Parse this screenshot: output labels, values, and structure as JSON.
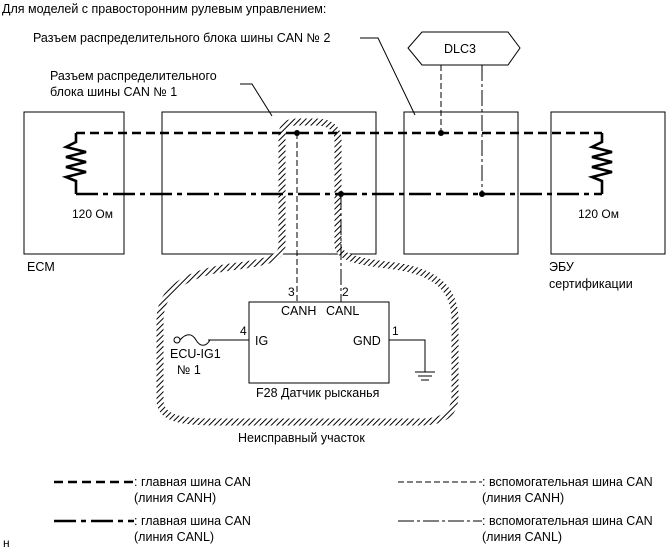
{
  "header": "Для моделей с правосторонним рулевым управлением:",
  "labels": {
    "junction2": "Разъем распределительного блока шины CAN № 2",
    "junction1_line1": "Разъем распределительного",
    "junction1_line2": "блока шины CAN № 1",
    "dlc": "DLC3",
    "ecm_resistor": "120 Ом",
    "ecm": "ECM",
    "ebu_resistor": "120 Ом",
    "ebu_line1": "ЭБУ",
    "ebu_line2": "сертификации",
    "pin3": "3",
    "pin2": "2",
    "canh": "CANH",
    "canl": "CANL",
    "pin4": "4",
    "ig": "IG",
    "pin1": "1",
    "gnd": "GND",
    "fuse_line1": "ECU-IG1",
    "fuse_line2": "№ 1",
    "sensor": "F28  Датчик рысканья",
    "faulty": "Неисправный участок"
  },
  "legend": {
    "main_canh_line1": ": главная шина CAN",
    "main_canh_line2": "(линия CANH)",
    "main_canl_line1": ": главная шина CAN",
    "main_canl_line2": "(линия CANL)",
    "aux_canh_line1": ": вспомогательная шина CAN",
    "aux_canh_line2": "(линия CANH)",
    "aux_canl_line1": ": вспомогательная шина CAN",
    "aux_canl_line2": "(линия CANL)"
  },
  "footer_mark": "н"
}
